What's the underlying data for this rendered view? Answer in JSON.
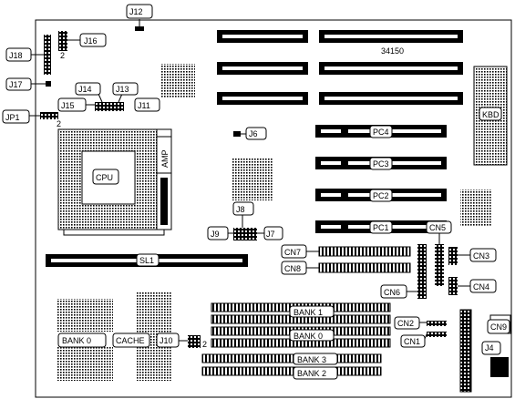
{
  "board": {
    "model": "34150"
  },
  "labels": {
    "j12": "J12",
    "j16": "J16",
    "j18": "J18",
    "j17": "J17",
    "j14": "J14",
    "j13": "J13",
    "j15": "J15",
    "j11": "J11",
    "jp1": "JP1",
    "j6": "J6",
    "cpu": "CPU",
    "amp": "AMP",
    "pc4": "PC4",
    "pc3": "PC3",
    "pc2": "PC2",
    "pc1": "PC1",
    "kbd": "KBD",
    "j8": "J8",
    "j9": "J9",
    "j7": "J7",
    "cn5": "CN5",
    "cn7": "CN7",
    "cn8": "CN8",
    "cn3": "CN3",
    "sl1": "SL1",
    "cn4": "CN4",
    "cn6": "CN6",
    "bank1": "BANK 1",
    "bank0_simm": "BANK 0",
    "bank0": "BANK 0",
    "cache": "CACHE",
    "j10": "J10",
    "cn2": "CN2",
    "cn1": "CN1",
    "cn9": "CN9",
    "j4": "J4",
    "bank3": "BANK 3",
    "bank2": "BANK 2",
    "pin2_j16": "2",
    "pin2_jp1": "2",
    "pin2_j10": "2"
  }
}
